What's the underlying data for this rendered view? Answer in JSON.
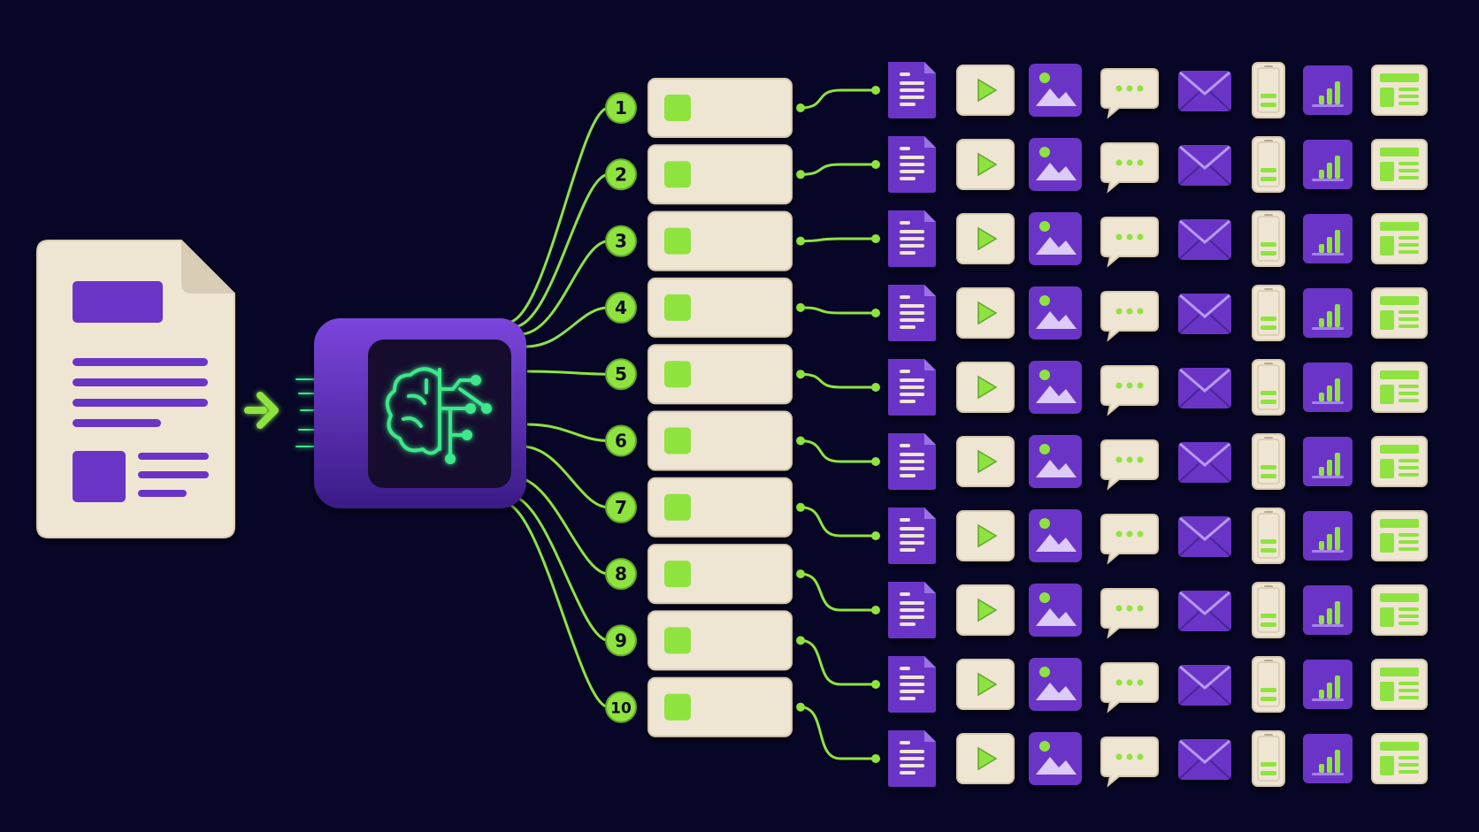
{
  "colors": {
    "background": "#070626",
    "cream": "#efe5d3",
    "purple": "#6a35c6",
    "purple_dark": "#3b1c86",
    "green": "#8fe33f",
    "neon": "#3ee88a"
  },
  "source_document": {
    "icon": "document-icon"
  },
  "processor": {
    "icon": "brain-circuit-icon"
  },
  "steps": [
    {
      "label": "1"
    },
    {
      "label": "2"
    },
    {
      "label": "3"
    },
    {
      "label": "4"
    },
    {
      "label": "5"
    },
    {
      "label": "6"
    },
    {
      "label": "7"
    },
    {
      "label": "8"
    },
    {
      "label": "9"
    },
    {
      "label": "10"
    }
  ],
  "output_icons": [
    "document-icon",
    "play-icon",
    "image-icon",
    "chat-bubble-icon",
    "envelope-icon",
    "phone-icon",
    "bar-chart-icon",
    "layout-icon"
  ]
}
